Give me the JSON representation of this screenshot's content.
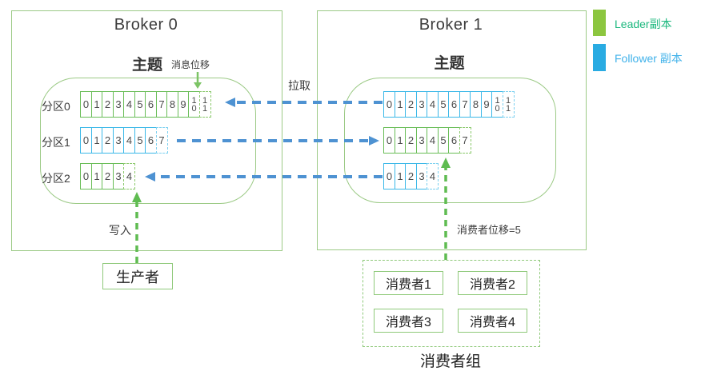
{
  "colors": {
    "container_border": "#9cca86",
    "container_border_strong": "#8fc97a",
    "leader_border": "#69bd57",
    "leader_border_dashed": "#8cc96d",
    "follower_border": "#3bb8e8",
    "follower_border_dashed": "#7ed1f0",
    "arrow_blue": "#4e92d2",
    "arrow_green": "#5fbc51",
    "arrow_green_light": "#7cc465",
    "text_dark": "#3c3c3c",
    "cell_text": "#4a4a4a"
  },
  "brokers": [
    {
      "title": "Broker 0",
      "topic_label": "主题",
      "partitions": [
        {
          "label": "分区0",
          "role": "leader",
          "cells": [
            "0",
            "1",
            "2",
            "3",
            "4",
            "5",
            "6",
            "7",
            "8",
            "9",
            "10"
          ],
          "dashed_cells": [
            "11"
          ]
        },
        {
          "label": "分区1",
          "role": "follower",
          "cells": [
            "0",
            "1",
            "2",
            "3",
            "4",
            "5",
            "6"
          ],
          "dashed_cells": [
            "7"
          ]
        },
        {
          "label": "分区2",
          "role": "leader",
          "cells": [
            "0",
            "1",
            "2",
            "3"
          ],
          "dashed_cells": [
            "4"
          ]
        }
      ]
    },
    {
      "title": "Broker 1",
      "topic_label": "主题",
      "partitions": [
        {
          "role": "follower",
          "cells": [
            "0",
            "1",
            "2",
            "3",
            "4",
            "5",
            "6",
            "7",
            "8",
            "9",
            "10"
          ],
          "dashed_cells": [
            "11"
          ]
        },
        {
          "role": "leader",
          "cells": [
            "0",
            "1",
            "2",
            "3",
            "4",
            "5",
            "6"
          ],
          "dashed_cells": [
            "7"
          ]
        },
        {
          "role": "follower",
          "cells": [
            "0",
            "1",
            "2",
            "3"
          ],
          "dashed_cells": [
            "4"
          ]
        }
      ]
    }
  ],
  "annotations": {
    "message_offset": "消息位移",
    "pull": "拉取",
    "write": "写入",
    "consumer_offset": "消费者位移=5"
  },
  "producer": {
    "label": "生产者"
  },
  "consumer_group": {
    "label": "消费者组",
    "consumers": [
      "消费者1",
      "消费者2",
      "消费者3",
      "消费者4"
    ]
  },
  "legend": {
    "items": [
      {
        "name": "leader",
        "label": "Leader副本",
        "swatch_color": "#8cc63f",
        "text_color": "#1cb87e"
      },
      {
        "name": "follower",
        "label": "Follower 副本",
        "swatch_color": "#29abe2",
        "text_color": "#41b2ea"
      }
    ]
  }
}
